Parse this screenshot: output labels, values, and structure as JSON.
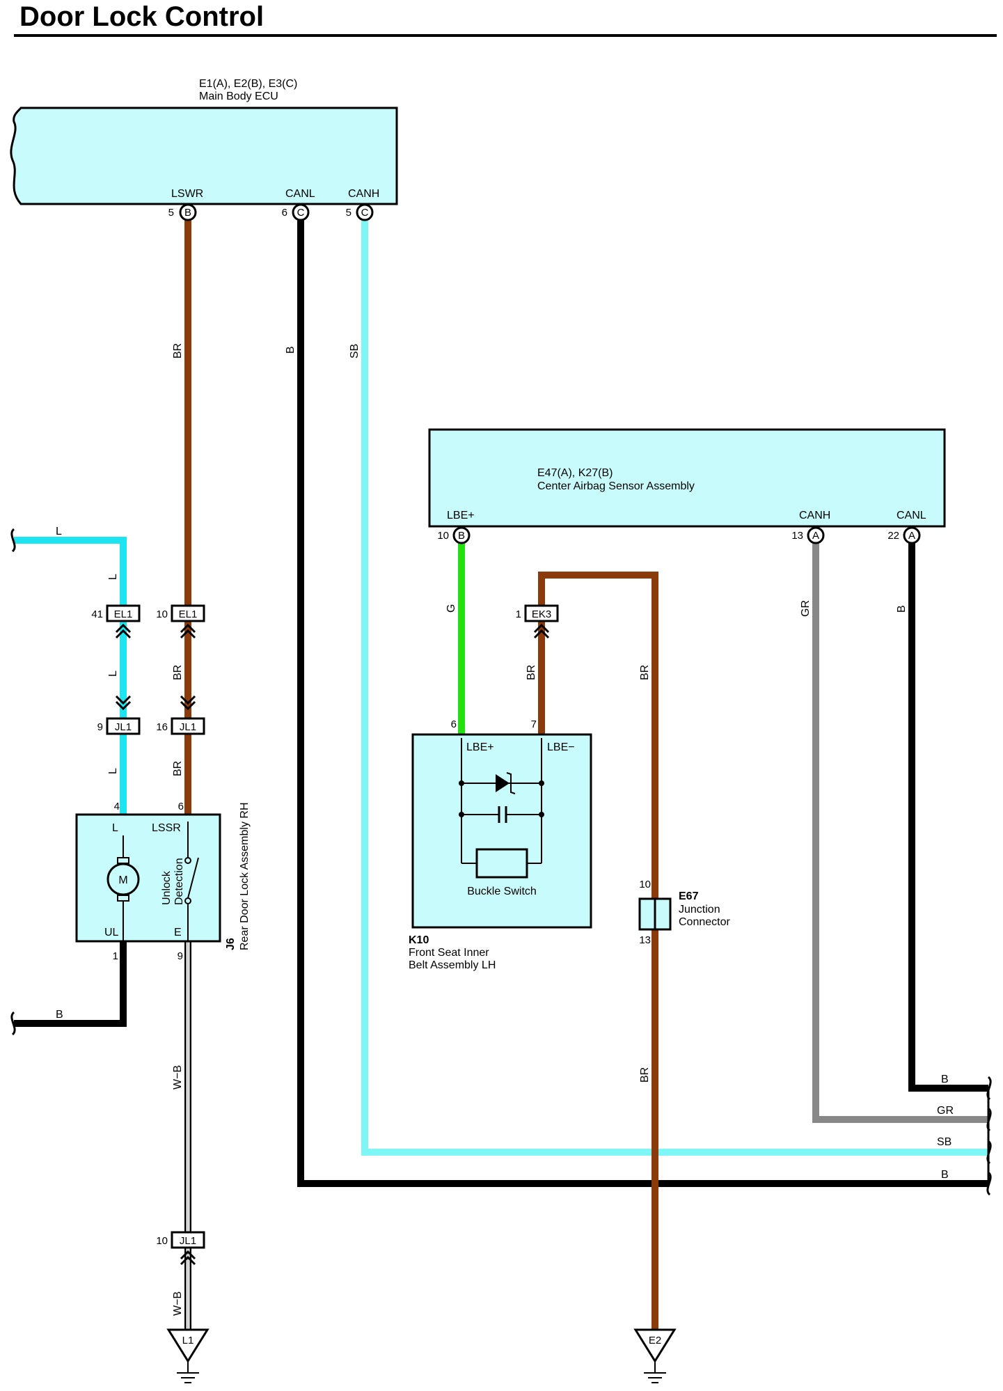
{
  "title": "Door Lock Control",
  "colors": {
    "box_fill": "#c8fcfc",
    "wire_br": "#8b3a0c",
    "wire_b": "#000000",
    "wire_sb": "#7ff6f6",
    "wire_l": "#1de4ee",
    "wire_g": "#22e011",
    "wire_gr": "#888888",
    "wire_wb": "#ffffff"
  },
  "main_ecu": {
    "ref": "E1(A), E2(B), E3(C)",
    "name": "Main Body ECU",
    "terminals": [
      {
        "name": "LSWR",
        "pin": "5",
        "connector": "B"
      },
      {
        "name": "CANL",
        "pin": "6",
        "connector": "C"
      },
      {
        "name": "CANH",
        "pin": "5",
        "connector": "C"
      }
    ]
  },
  "airbag_sensor": {
    "ref": "E47(A), K27(B)",
    "name": "Center Airbag Sensor Assembly",
    "terminals": [
      {
        "name": "LBE+",
        "pin": "10",
        "connector": "B"
      },
      {
        "name": "CANH",
        "pin": "13",
        "connector": "A"
      },
      {
        "name": "CANL",
        "pin": "22",
        "connector": "A"
      }
    ]
  },
  "buckle": {
    "ref": "K10",
    "name_line1": "Front Seat Inner",
    "name_line2": "Belt Assembly LH",
    "inner_label": "Buckle Switch",
    "term_plus": "LBE+",
    "term_minus": "LBE−",
    "pin_plus": "6",
    "pin_minus": "7"
  },
  "door_lock": {
    "ref": "J6",
    "name": "Rear Door Lock Assembly RH",
    "motor": "M",
    "switch_label_1": "Unlock",
    "switch_label_2": "Detection",
    "term_l": "L",
    "term_lssr": "LSSR",
    "term_ul": "UL",
    "term_e": "E",
    "pin_l": "4",
    "pin_lssr": "6",
    "pin_ul": "1",
    "pin_e": "9"
  },
  "junction": {
    "ref": "E67",
    "name_line1": "Junction",
    "name_line2": "Connector",
    "pin_top": "10",
    "pin_bottom": "13"
  },
  "connectors": [
    {
      "id": "EL1",
      "pin": "41"
    },
    {
      "id": "EL1",
      "pin": "10"
    },
    {
      "id": "JL1",
      "pin": "9"
    },
    {
      "id": "JL1",
      "pin": "16"
    },
    {
      "id": "EK3",
      "pin": "1"
    },
    {
      "id": "JL1",
      "pin": "10"
    }
  ],
  "grounds": [
    "L1",
    "E2"
  ],
  "wire_labels": {
    "br": "BR",
    "b": "B",
    "sb": "SB",
    "l": "L",
    "g": "G",
    "gr": "GR",
    "wb": "W−B"
  }
}
